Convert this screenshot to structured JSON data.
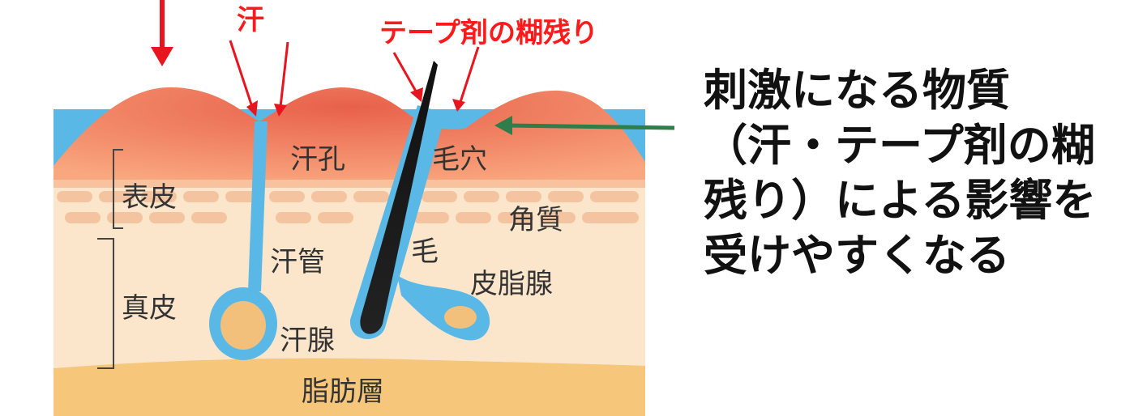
{
  "diagram": {
    "labels": {
      "sweat_top": "汗",
      "tape_residue": "テープ剤の糊残り",
      "sweat_pore": "汗孔",
      "hair_pore": "毛穴",
      "epidermis": "表皮",
      "stratum_corneum": "角質",
      "sweat_duct": "汗管",
      "hair": "毛",
      "dermis": "真皮",
      "sebaceous_gland": "皮脂腺",
      "sweat_gland": "汗腺",
      "fat_layer": "脂肪層"
    },
    "colors": {
      "water": "#5ab8e6",
      "epidermis_red": "#f07a55",
      "dermis": "#fbe6cc",
      "fat": "#f6c77b",
      "hair": "#111111",
      "red_arrow": "#e8141e",
      "green_arrow": "#2e7d4a"
    }
  },
  "caption": {
    "lines": [
      "刺激になる物質",
      "（汗・テープ剤の糊",
      "残り）による影響を",
      "受けやすくなる"
    ]
  }
}
